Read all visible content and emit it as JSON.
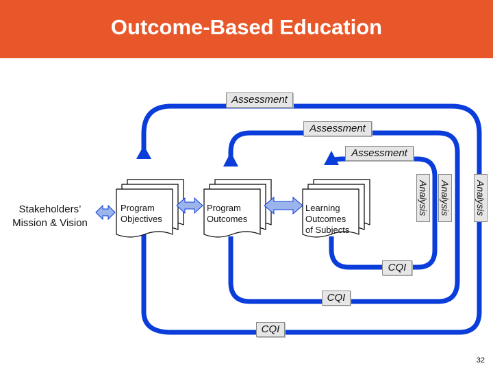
{
  "title": "Outcome-Based Education",
  "colors": {
    "header": "#e8572a",
    "loop": "#0a3dd9",
    "arrowFill": "#9cb4ec"
  },
  "loops": [
    {
      "assessment": "Assessment",
      "analysis": "Analysis",
      "cqi": "CQI"
    },
    {
      "assessment": "Assessment",
      "analysis": "Analysis",
      "cqi": "CQI"
    },
    {
      "assessment": "Assessment",
      "analysis": "Analysis",
      "cqi": "CQI"
    }
  ],
  "stakeholders": {
    "line1": "Stakeholders’",
    "line2": "Mission & Vision"
  },
  "documents": [
    {
      "lines": [
        "Program",
        "Objectives"
      ]
    },
    {
      "lines": [
        "Program",
        "Outcomes"
      ]
    },
    {
      "lines": [
        "Learning",
        "Outcomes",
        "of Subjects"
      ]
    }
  ],
  "page_number": "32"
}
